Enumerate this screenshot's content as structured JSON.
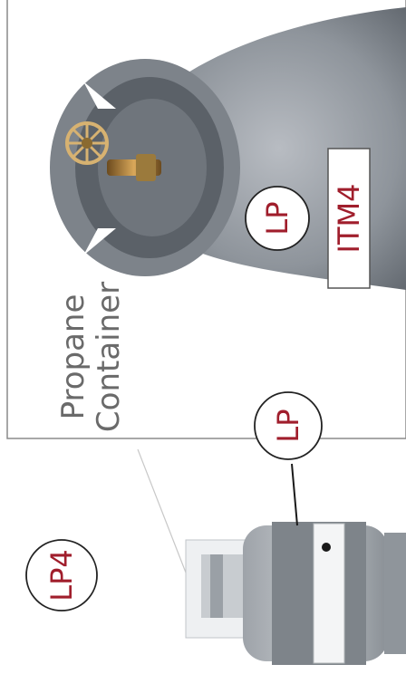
{
  "caption_box": {
    "line1": "Propane",
    "line2": "Container"
  },
  "callouts": {
    "lp_top": "LP",
    "lp_bottom": "LP",
    "lp4": "LP4",
    "itm4": "ITM4"
  },
  "colors": {
    "callout_text": "#a01e2c",
    "box_border": "#555555",
    "caption_border": "#8a8a8a",
    "caption_text": "#6a6a6a"
  },
  "icons": {
    "valve": "propane-valve-icon",
    "tank": "propane-tank-icon"
  }
}
